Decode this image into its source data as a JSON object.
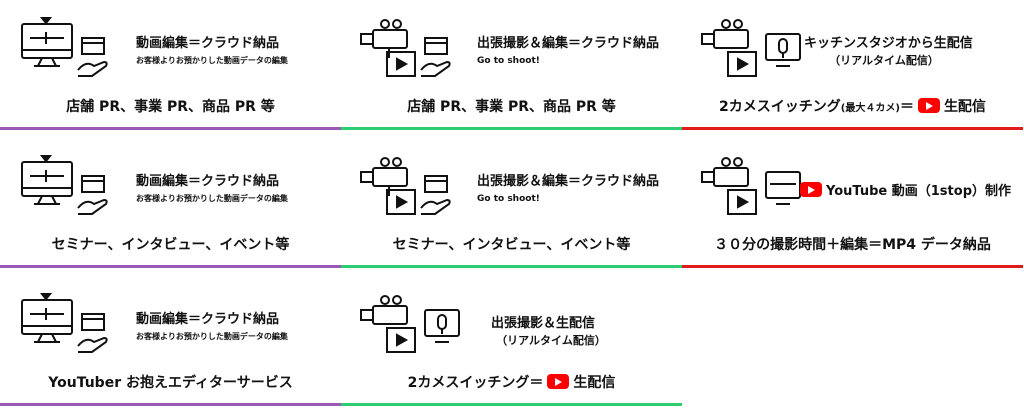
{
  "cells": [
    {
      "title": "動画編集＝クラウド納品",
      "sub": "お客様よりお預かりした動画データの編集",
      "caption": "店舗 PR、事業 PR、商品 PR 等"
    },
    {
      "title": "出張撮影＆編集＝クラウド納品",
      "sub": "Go to shoot!",
      "caption": "店舗 PR、事業 PR、商品 PR 等"
    },
    {
      "title": "キッチンスタジオから生配信",
      "sub": "（リアルタイム配信）",
      "caption_a": "2カメスイッチング",
      "caption_small": "(最大４カメ)",
      "caption_b": "＝",
      "caption_c": "生配信"
    },
    {
      "title": "動画編集＝クラウド納品",
      "sub": "お客様よりお預かりした動画データの編集",
      "caption": "セミナー、インタビュー、イベント等"
    },
    {
      "title": "出張撮影＆編集＝クラウド納品",
      "sub": "Go to shoot!",
      "caption": "セミナー、インタビュー、イベント等"
    },
    {
      "title_yt": "YouTube",
      "title_rest": "動画（1stop）制作",
      "caption": "３０分の撮影時間＋編集＝MP4 データ納品"
    },
    {
      "title": "動画編集＝クラウド納品",
      "sub": "お客様よりお預かりした動画データの編集",
      "caption": "YouTuber お抱えエディターサービス"
    },
    {
      "title": "出張撮影＆生配信",
      "sub": "（リアルタイム配信）",
      "caption_a": "2カメスイッチング",
      "caption_b": "＝",
      "caption_c": "生配信"
    }
  ],
  "accent": {
    "purple": "#9b59b6",
    "green": "#2ecc71",
    "red": "#e01b1b",
    "youtube": "#ff0000"
  },
  "icons": [
    "monitor-icon",
    "clapperboard-icon",
    "hand-icon",
    "video-camera-icon",
    "play-icon",
    "microphone-icon"
  ]
}
